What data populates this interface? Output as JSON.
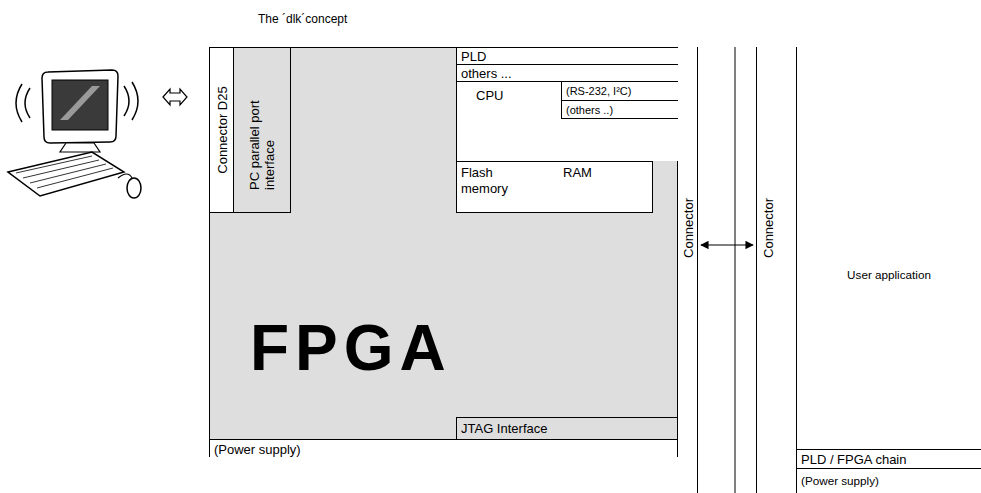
{
  "diagram": {
    "title": "The ´dlk´concept",
    "nodes": [
      {
        "text": [
          "(Power supply)"
        ]
      },
      {
        "text": [
          "Connector D25"
        ],
        "in": 0
      },
      {
        "text": [
          "PC parallel port interface"
        ],
        "in": 0
      },
      {
        "text": [
          "PLD"
        ],
        "in": 0
      },
      {
        "text": [
          "others ..."
        ],
        "in": 0
      },
      {
        "text": [
          "CPU"
        ],
        "in": 0
      },
      {
        "text": [
          "(RS-232, I²C)"
        ],
        "in": 5
      },
      {
        "text": [
          "(others ..)"
        ],
        "in": 5
      },
      {
        "text": [
          "Flash memory"
        ],
        "in": 0
      },
      {
        "text": [
          "RAM"
        ],
        "in": 0
      },
      {
        "text": [
          "FPGA"
        ],
        "in": 0
      },
      {
        "text": [
          "JTAG Interface"
        ],
        "in": 0
      },
      {
        "text": [
          "Connector"
        ]
      },
      {
        "text": [
          "Connector"
        ]
      },
      {
        "text": [
          "User application",
          "(Power supply)"
        ]
      },
      {
        "text": [
          "PLD / FPGA chain"
        ],
        "in": 14
      }
    ],
    "edges": [
      {
        "from": 12,
        "to": 13,
        "arrow": "both"
      }
    ]
  }
}
